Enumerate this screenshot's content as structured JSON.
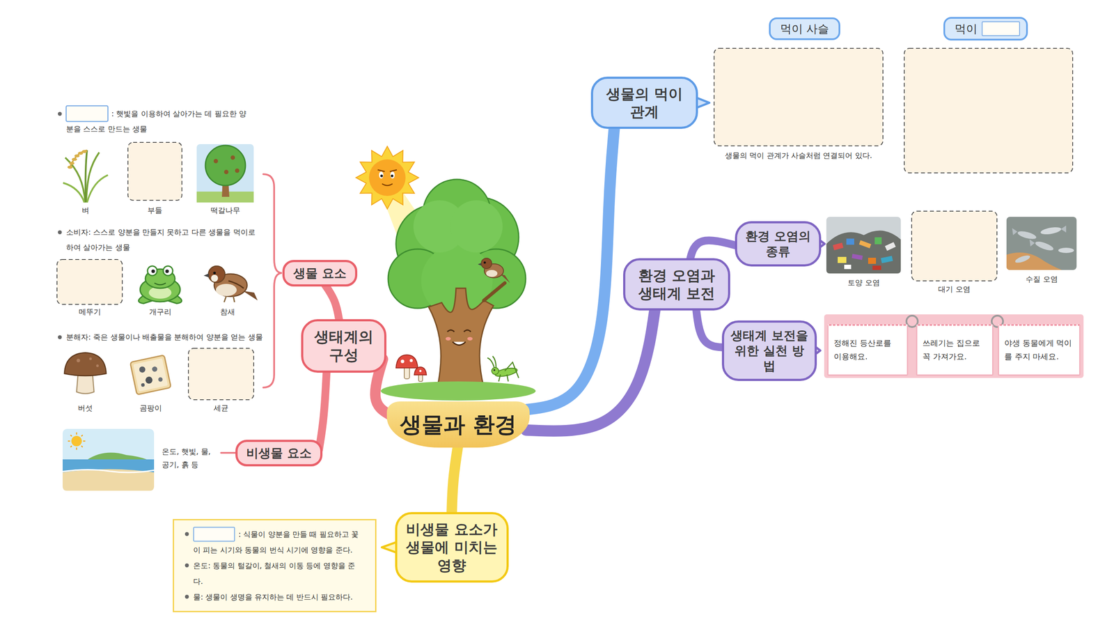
{
  "diagram": {
    "nodes": [
      {
        "text": [
          "생물과 환경"
        ]
      },
      {
        "text": [
          "생태계의 구성"
        ]
      },
      {
        "text": [
          "생물 요소"
        ]
      },
      {
        "text": [
          "비생물 요소"
        ]
      },
      {
        "text": [
          "생물의 먹이 관계"
        ]
      },
      {
        "text": [
          "먹이 사슬"
        ]
      },
      {
        "text": [
          "먹이"
        ]
      },
      {
        "text": [
          "환경 오염과 생태계 보전"
        ]
      },
      {
        "text": [
          "환경 오염의 종류"
        ]
      },
      {
        "text": [
          "생태계 보전을 위한 실천 방법"
        ]
      },
      {
        "text": [
          "정해진 등산로를 이용해요."
        ]
      },
      {
        "text": [
          "쓰레기는 집으로 꼭 가져가요."
        ]
      },
      {
        "text": [
          "야생 동물에게 먹이를 주지 마세요."
        ]
      },
      {
        "text": [
          "비생물 요소가 생물에 미치는 영향"
        ]
      },
      {
        "text": [
          ": 식물이 양분을 만들 때 필요하고 꽃이 피는 시기와 동물의 번식 시기에 영향을 준다.",
          "온도: 동물의 털갈이, 철새의 이동 등에 영향을 준다.",
          "물: 생물이 생명을 유지하는 데 반드시 필요하다."
        ]
      }
    ],
    "edges": [
      {
        "from": 0,
        "to": 1,
        "arrow": "none"
      },
      {
        "from": 1,
        "to": 2,
        "arrow": "none"
      },
      {
        "from": 1,
        "to": 3,
        "arrow": "none"
      },
      {
        "from": 0,
        "to": 4,
        "arrow": "none"
      },
      {
        "from": 0,
        "to": 7,
        "arrow": "none"
      },
      {
        "from": 7,
        "to": 8,
        "arrow": "none"
      },
      {
        "from": 7,
        "to": 9,
        "arrow": "none"
      },
      {
        "from": 0,
        "to": 13,
        "arrow": "none"
      }
    ],
    "labels": [
      ": 햇빛을 이용하여 살아가는 데 필요한 양분을 스스로 만드는 생물",
      "벼",
      "부들",
      "떡갈나무",
      "소비자: 스스로 양분을 만들지 못하고 다른 생물을 먹이로 하여 살아가는 생물",
      "메뚜기",
      "개구리",
      "참새",
      "분해자: 죽은 생물이나 배출물을 분해하여 양분을 얻는 생물",
      "버섯",
      "곰팡이",
      "세균",
      "온도, 햇빛, 물, 공기, 흙 등",
      "생물의 먹이 관계가 사슬처럼 연결되어 있다.",
      "토양 오염",
      "대기 오염",
      "수질 오염"
    ]
  }
}
